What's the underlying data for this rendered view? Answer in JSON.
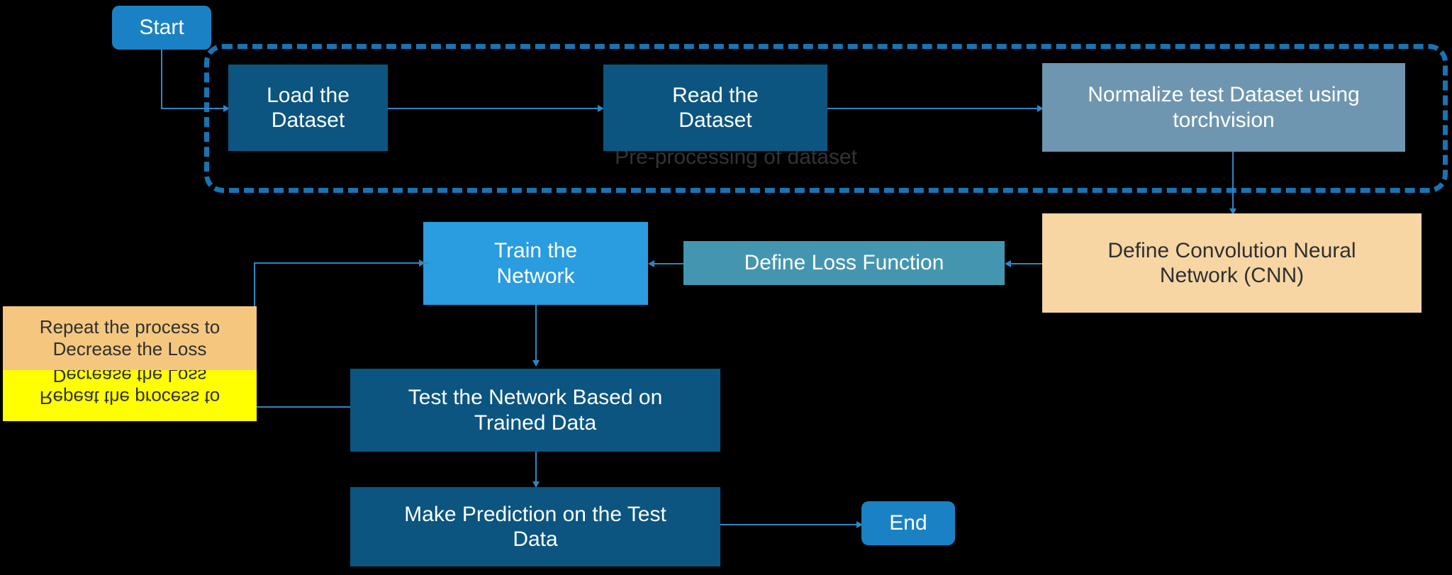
{
  "diagram": {
    "title_label": "Pre-processing of dataset",
    "background_color": "#000000",
    "connector_color": "#2f86c5",
    "group": {
      "label": "Pre-processing of dataset",
      "border_color": "#1874b4",
      "style": "dashed"
    },
    "nodes": {
      "start": {
        "label": "Start",
        "fill": "#1a82c4",
        "text_color": "#ffffff",
        "shape": "rounded-rectangle"
      },
      "load_dataset": {
        "label": "Load the\nDataset",
        "fill": "#0b5580",
        "text_color": "#ffffff",
        "shape": "rectangle"
      },
      "read_dataset": {
        "label": "Read the\nDataset",
        "fill": "#0b5580",
        "text_color": "#ffffff",
        "shape": "rectangle"
      },
      "normalize": {
        "label": "Normalize test Dataset using\ntorchvision",
        "fill": "#6e96b0",
        "text_color": "#ffffff",
        "shape": "rectangle"
      },
      "define_cnn": {
        "label": "Define Convolution Neural\nNetwork (CNN)",
        "fill": "#f7d6a4",
        "text_color": "#2f3032",
        "shape": "rectangle"
      },
      "define_loss": {
        "label": "Define Loss Function",
        "fill": "#4496b0",
        "text_color": "#ffffff",
        "shape": "rectangle"
      },
      "train_network": {
        "label": "Train the\nNetwork",
        "fill": "#2a9ce0",
        "text_color": "#ffffff",
        "shape": "rectangle"
      },
      "test_network": {
        "label": "Test the Network Based on\nTrained Data",
        "fill": "#0b5580",
        "text_color": "#ffffff",
        "shape": "rectangle"
      },
      "make_prediction": {
        "label": "Make Prediction on the Test\nData",
        "fill": "#0b5580",
        "text_color": "#ffffff",
        "shape": "rectangle"
      },
      "end": {
        "label": "End",
        "fill": "#1a82c4",
        "text_color": "#ffffff",
        "shape": "rounded-rectangle"
      },
      "repeat_note": {
        "label": "Repeat the process to\nDecrease the Loss",
        "fill": "#f5c77e",
        "reflection_fill": "#ffff00",
        "text_color": "#2f3032",
        "shape": "rectangle-with-reflection"
      }
    },
    "edges": [
      {
        "from": "start",
        "to": "load_dataset",
        "type": "elbow-down-right"
      },
      {
        "from": "load_dataset",
        "to": "read_dataset",
        "type": "horizontal"
      },
      {
        "from": "read_dataset",
        "to": "normalize",
        "type": "horizontal"
      },
      {
        "from": "normalize",
        "to": "define_cnn",
        "type": "vertical"
      },
      {
        "from": "define_cnn",
        "to": "define_loss",
        "type": "horizontal-left"
      },
      {
        "from": "define_loss",
        "to": "train_network",
        "type": "horizontal-left"
      },
      {
        "from": "train_network",
        "to": "test_network",
        "type": "vertical"
      },
      {
        "from": "test_network",
        "to": "make_prediction",
        "type": "vertical"
      },
      {
        "from": "make_prediction",
        "to": "end",
        "type": "horizontal"
      },
      {
        "from": "test_network",
        "to": "train_network",
        "type": "loop-left-up"
      }
    ]
  }
}
